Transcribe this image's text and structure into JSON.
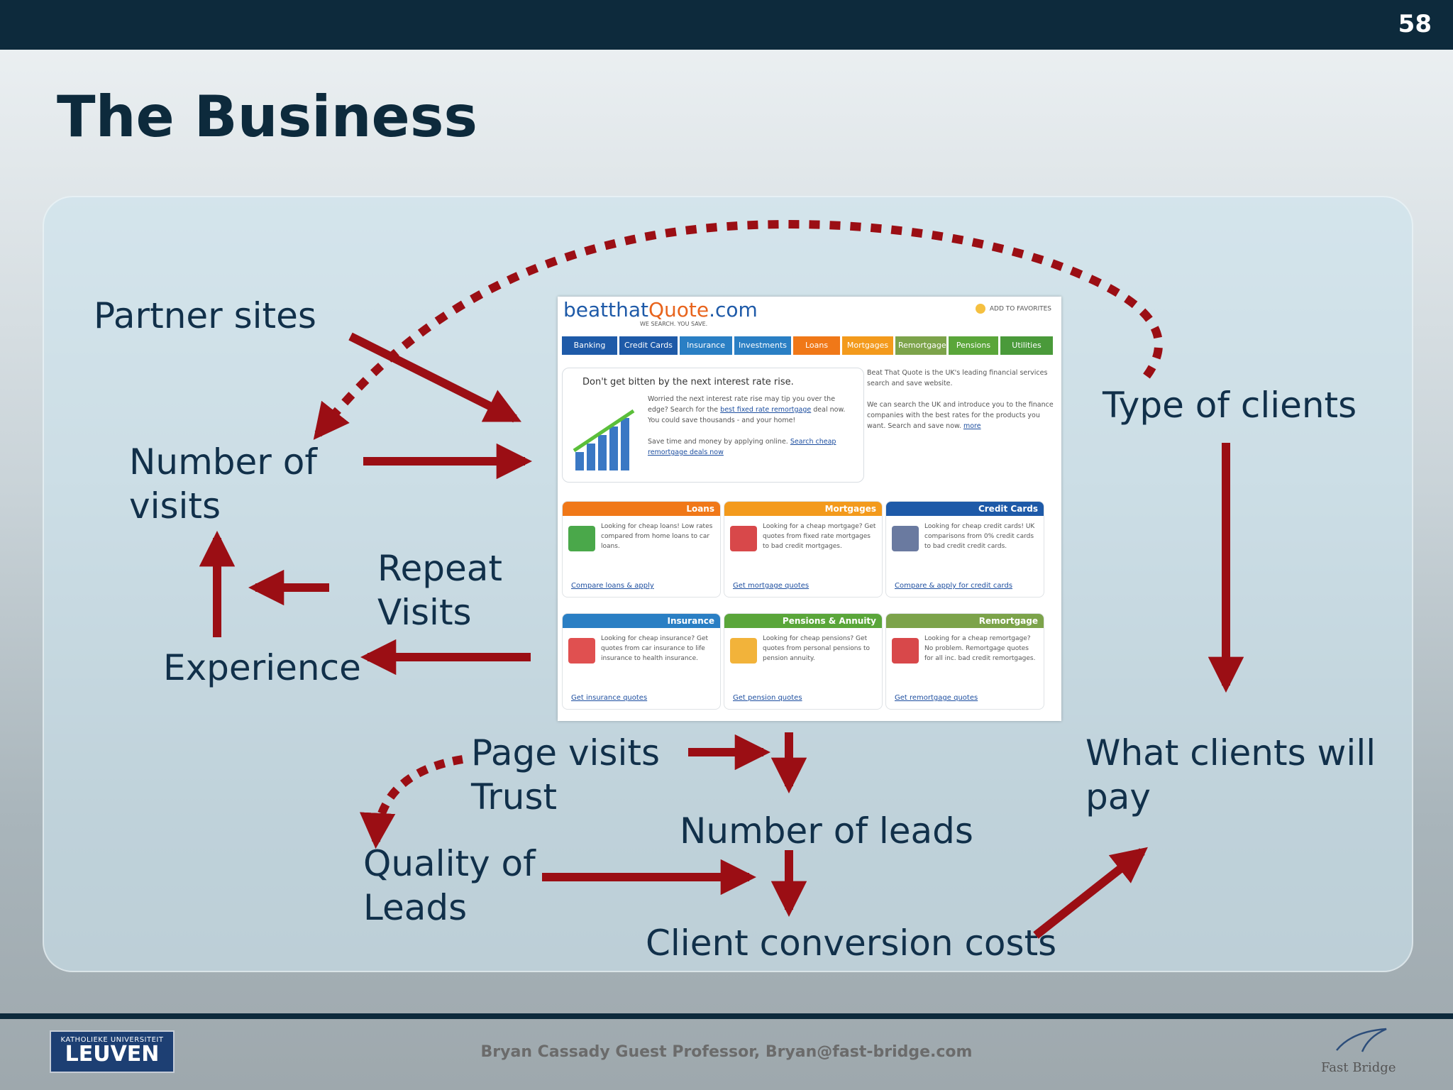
{
  "slide": {
    "number": "58",
    "title": "The Business",
    "footer_text": "Bryan Cassady Guest Professor, Bryan@fast-bridge.com",
    "logo_left": {
      "small": "KATHOLIEKE UNIVERSITEIT",
      "big": "LEUVEN"
    },
    "logo_right": "Fast Bridge"
  },
  "diagram": {
    "labels": {
      "partner_sites": "Partner sites",
      "number_of_visits": "Number of\nvisits",
      "repeat_visits": "Repeat\nVisits",
      "experience": "Experience",
      "type_of_clients": "Type of clients",
      "what_clients_will_pay": "What clients will\npay",
      "page_visits_trust": "Page visits\nTrust",
      "number_of_leads": "Number of leads",
      "quality_of_leads": "Quality of\nLeads",
      "client_conversion_costs": "Client conversion costs"
    },
    "arrow_color": "#9b0e14"
  },
  "screenshot": {
    "logo": {
      "a": "beatthat",
      "b": "Quote",
      "c": ".com"
    },
    "tagline": "WE SEARCH. YOU SAVE.",
    "favorite": "ADD TO FAVORITES",
    "nav_tabs": [
      {
        "label": "Banking",
        "color": "#1e5aa8"
      },
      {
        "label": "Credit Cards",
        "color": "#1e5aa8"
      },
      {
        "label": "Insurance",
        "color": "#2a7fc4"
      },
      {
        "label": "Investments",
        "color": "#2a7fc4"
      },
      {
        "label": "Loans",
        "color": "#f07818"
      },
      {
        "label": "Mortgages",
        "color": "#f39a1c"
      },
      {
        "label": "Remortgages",
        "color": "#7ca34a"
      },
      {
        "label": "Pensions",
        "color": "#5aa63a"
      },
      {
        "label": "Utilities",
        "color": "#4a9a3a"
      }
    ],
    "feature": {
      "title": "Don't get bitten by the next interest rate rise.",
      "body_1": "Worried the next interest rate rise may tip you over the edge? Search for the ",
      "body_link_1": "best fixed rate remortgage",
      "body_2": " deal now. You could save thousands - and your home!",
      "body_3": "Save time and money by applying online. ",
      "body_link_2": "Search cheap remortgage deals now",
      "side_1": "Beat That Quote is the UK's leading financial services search and save website.",
      "side_2": "We can search the UK and introduce you to the finance companies with the best rates for the products you want. Search and save now. ",
      "side_link": "more"
    },
    "cards": [
      {
        "title": "Loans",
        "color": "#f07818",
        "img": "#4aa84a",
        "body": "Looking for cheap loans! Low rates compared from home loans to car loans.",
        "link": "Compare loans & apply"
      },
      {
        "title": "Mortgages",
        "color": "#f39a1c",
        "img": "#d8484a",
        "body": "Looking for a cheap mortgage? Get quotes from fixed rate mortgages to bad credit mortgages.",
        "link": "Get mortgage quotes"
      },
      {
        "title": "Credit Cards",
        "color": "#1e5aa8",
        "img": "#6a7aa0",
        "body": "Looking for cheap credit cards! UK comparisons from 0% credit cards to bad credit credit cards.",
        "link": "Compare & apply for credit cards"
      },
      {
        "title": "Insurance",
        "color": "#2a7fc4",
        "img": "#e05050",
        "body": "Looking for cheap insurance? Get quotes from car insurance to life insurance to health insurance.",
        "link": "Get insurance quotes"
      },
      {
        "title": "Pensions & Annuity",
        "color": "#5aa63a",
        "img": "#f2b33a",
        "body": "Looking for cheap pensions? Get quotes from personal pensions to pension annuity.",
        "link": "Get pension quotes"
      },
      {
        "title": "Remortgage",
        "color": "#7ca34a",
        "img": "#d8484a",
        "body": "Looking for a cheap remortgage? No problem. Remortgage quotes for all inc. bad credit remortgages.",
        "link": "Get remortgage quotes"
      }
    ]
  }
}
